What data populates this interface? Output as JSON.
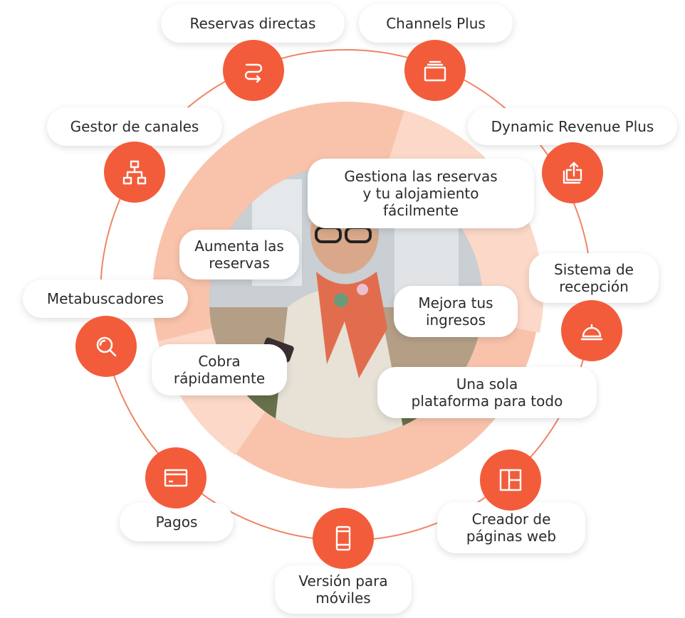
{
  "colors": {
    "accent": "#f25c3b",
    "ring_light": "#fcd8c8",
    "ring_main": "#f9c3ab",
    "line": "#f08466"
  },
  "features": {
    "reservas_directas": "Reservas directas",
    "channels_plus": "Channels Plus",
    "dynamic_revenue": "Dynamic Revenue Plus",
    "sistema_recepcion_1": "Sistema de",
    "sistema_recepcion_2": "recepción",
    "creador_web_1": "Creador de",
    "creador_web_2": "páginas web",
    "version_moviles_1": "Versión para",
    "version_moviles_2": "móviles",
    "pagos": "Pagos",
    "metabuscadores": "Metabuscadores",
    "gestor_canales": "Gestor de canales"
  },
  "benefits": {
    "gestiona_1": "Gestiona las reservas",
    "gestiona_2": "y tu alojamiento",
    "gestiona_3": "fácilmente",
    "aumenta_1": "Aumenta las",
    "aumenta_2": "reservas",
    "mejora_1": "Mejora tus",
    "mejora_2": "ingresos",
    "cobra_1": "Cobra",
    "cobra_2": "rápidamente",
    "plataforma_1": "Una sola",
    "plataforma_2": "plataforma para todo"
  },
  "icons": {
    "reservas_directas": "route-icon",
    "channels_plus": "stacked-cards-icon",
    "dynamic_revenue": "upload-stack-icon",
    "sistema_recepcion": "reception-bell-icon",
    "creador_web": "layout-grid-icon",
    "version_moviles": "smartphone-icon",
    "pagos": "credit-card-icon",
    "metabuscadores": "magnifier-icon",
    "gestor_canales": "sitemap-icon"
  },
  "photo": {
    "subject": "woman with glasses and scarf using phone"
  }
}
